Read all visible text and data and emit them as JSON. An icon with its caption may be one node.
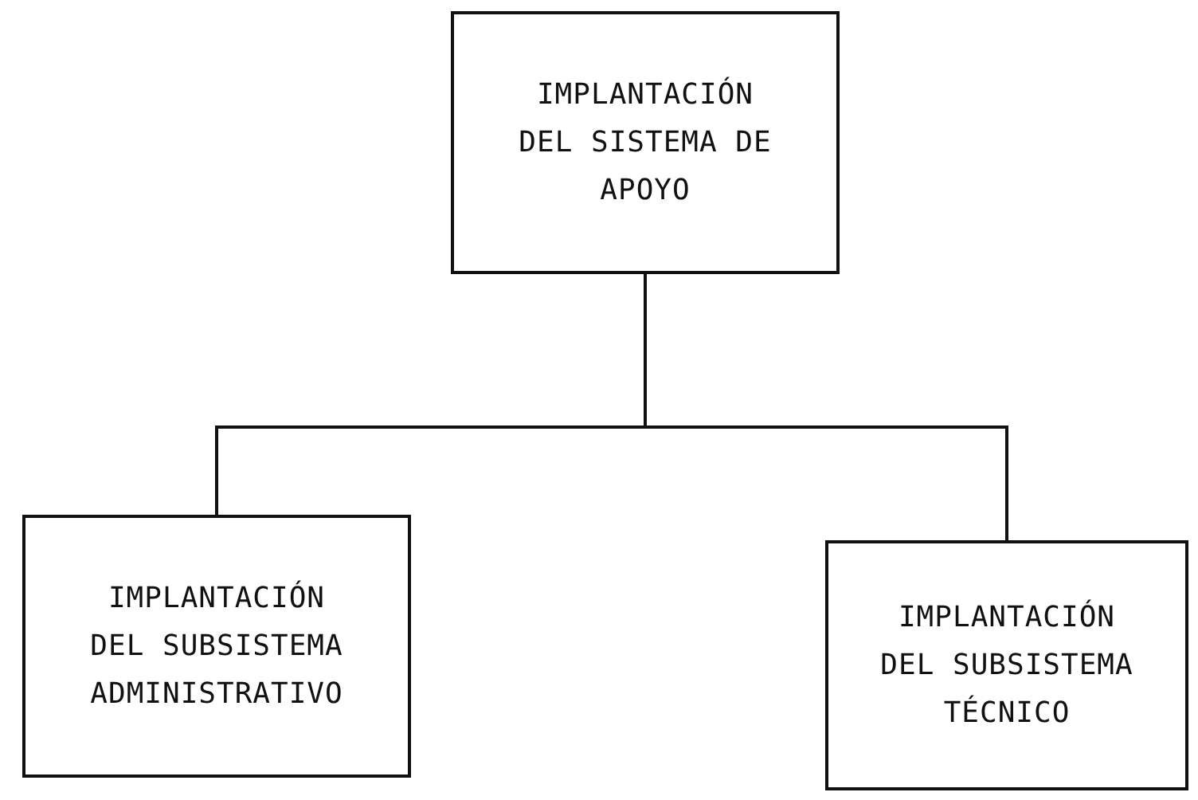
{
  "diagram": {
    "nodes": [
      {
        "text": [
          "IMPLANTACIÓN DEL SISTEMA DE APOYO"
        ]
      },
      {
        "text": [
          "IMPLANTACIÓN DEL SUBSISTEMA ADMINISTRATIVO"
        ]
      },
      {
        "text": [
          "IMPLANTACIÓN DEL SUBSISTEMA TÉCNICO"
        ]
      }
    ],
    "edges": [
      {
        "from": 0,
        "to": 1,
        "arrow": "none"
      },
      {
        "from": 0,
        "to": 2,
        "arrow": "none"
      }
    ]
  }
}
